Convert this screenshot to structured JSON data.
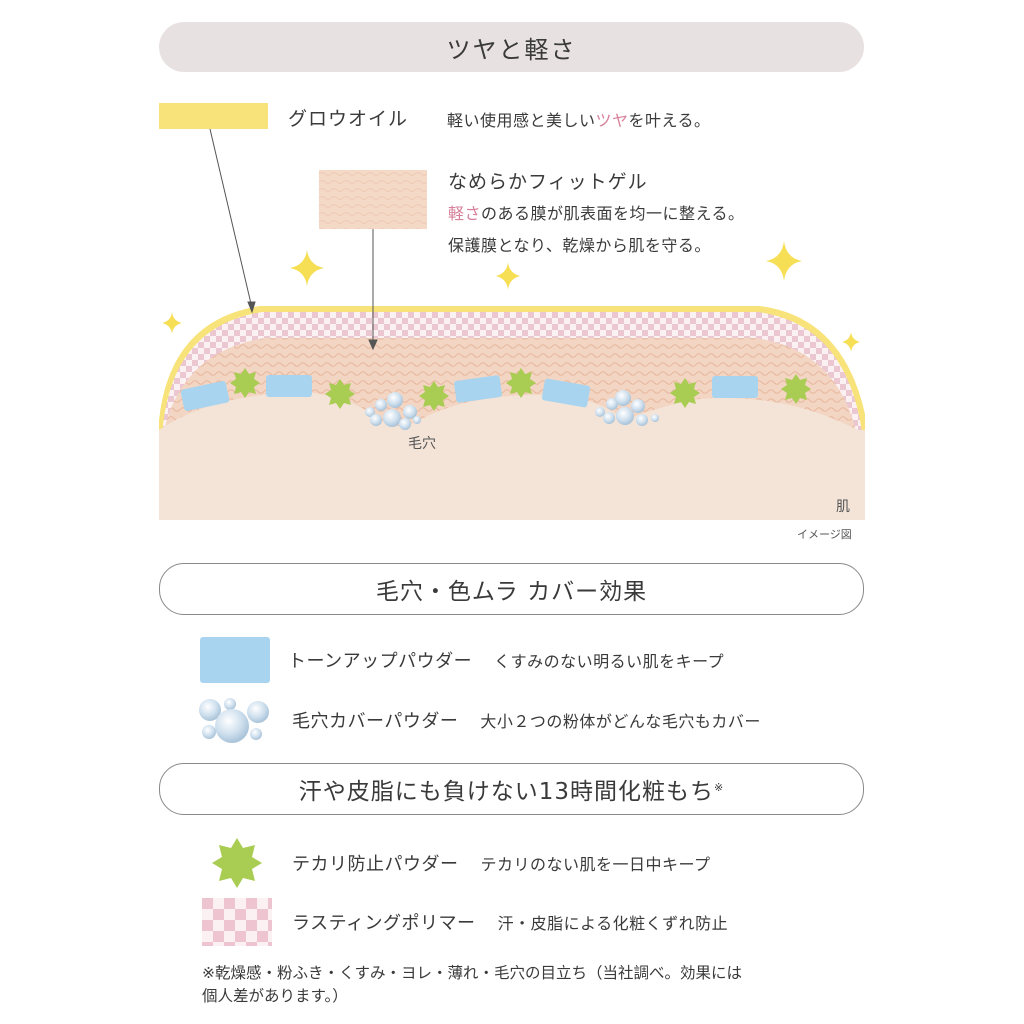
{
  "section1": {
    "title": "ツヤと軽さ",
    "glow_oil": {
      "name": "グロウオイル",
      "desc_before": "軽い使用感と美しい",
      "desc_highlight": "ツヤ",
      "desc_after": "を叶える。",
      "color": "#f7e37a"
    },
    "fit_gel": {
      "name": "なめらかフィットゲル",
      "line1_highlight": "軽さ",
      "line1_after": "のある膜が肌表面を均一に整える。",
      "line2": "保護膜となり、乾燥から肌を守る。",
      "color": "#f4d9c6"
    },
    "diagram": {
      "pore_label": "毛穴",
      "skin_label": "肌",
      "caption": "イメージ図"
    }
  },
  "section2": {
    "title": "毛穴・色ムラ カバー効果",
    "legend": [
      {
        "icon": "blue-rect-icon",
        "name": "トーンアップパウダー",
        "desc": "くすみのない明るい肌をキープ",
        "color": "#a8d4f0"
      },
      {
        "icon": "bubbles-icon",
        "name": "毛穴カバーパウダー",
        "desc": "大小２つの粉体がどんな毛穴もカバー",
        "color": "#c9dbe8"
      }
    ]
  },
  "section3": {
    "title": "汗や皮脂にも負けない13時間化粧もち",
    "title_mark": "※",
    "legend": [
      {
        "icon": "green-star-icon",
        "name": "テカリ防止パウダー",
        "desc": "テカリのない肌を一日中キープ",
        "color": "#a9cc52"
      },
      {
        "icon": "pink-check-icon",
        "name": "ラスティングポリマー",
        "desc": "汗・皮脂による化粧くずれ防止",
        "color": "#edc4d0"
      }
    ]
  },
  "footnote": {
    "line1": "※乾燥感・粉ふき・くすみ・ヨレ・薄れ・毛穴の目立ち（当社調べ。効果には",
    "line2": "個人差があります。）"
  },
  "colors": {
    "pill_bg": "#e8e1e2",
    "highlight_pink": "#d7809a",
    "oil_yellow": "#f7e37a",
    "gel_peach": "#f4d9c6",
    "skin": "#f4e4d8",
    "powder_blue": "#a8d4f0",
    "anti_shine_green": "#a9cc52",
    "polymer_pink": "#edc4d0"
  }
}
